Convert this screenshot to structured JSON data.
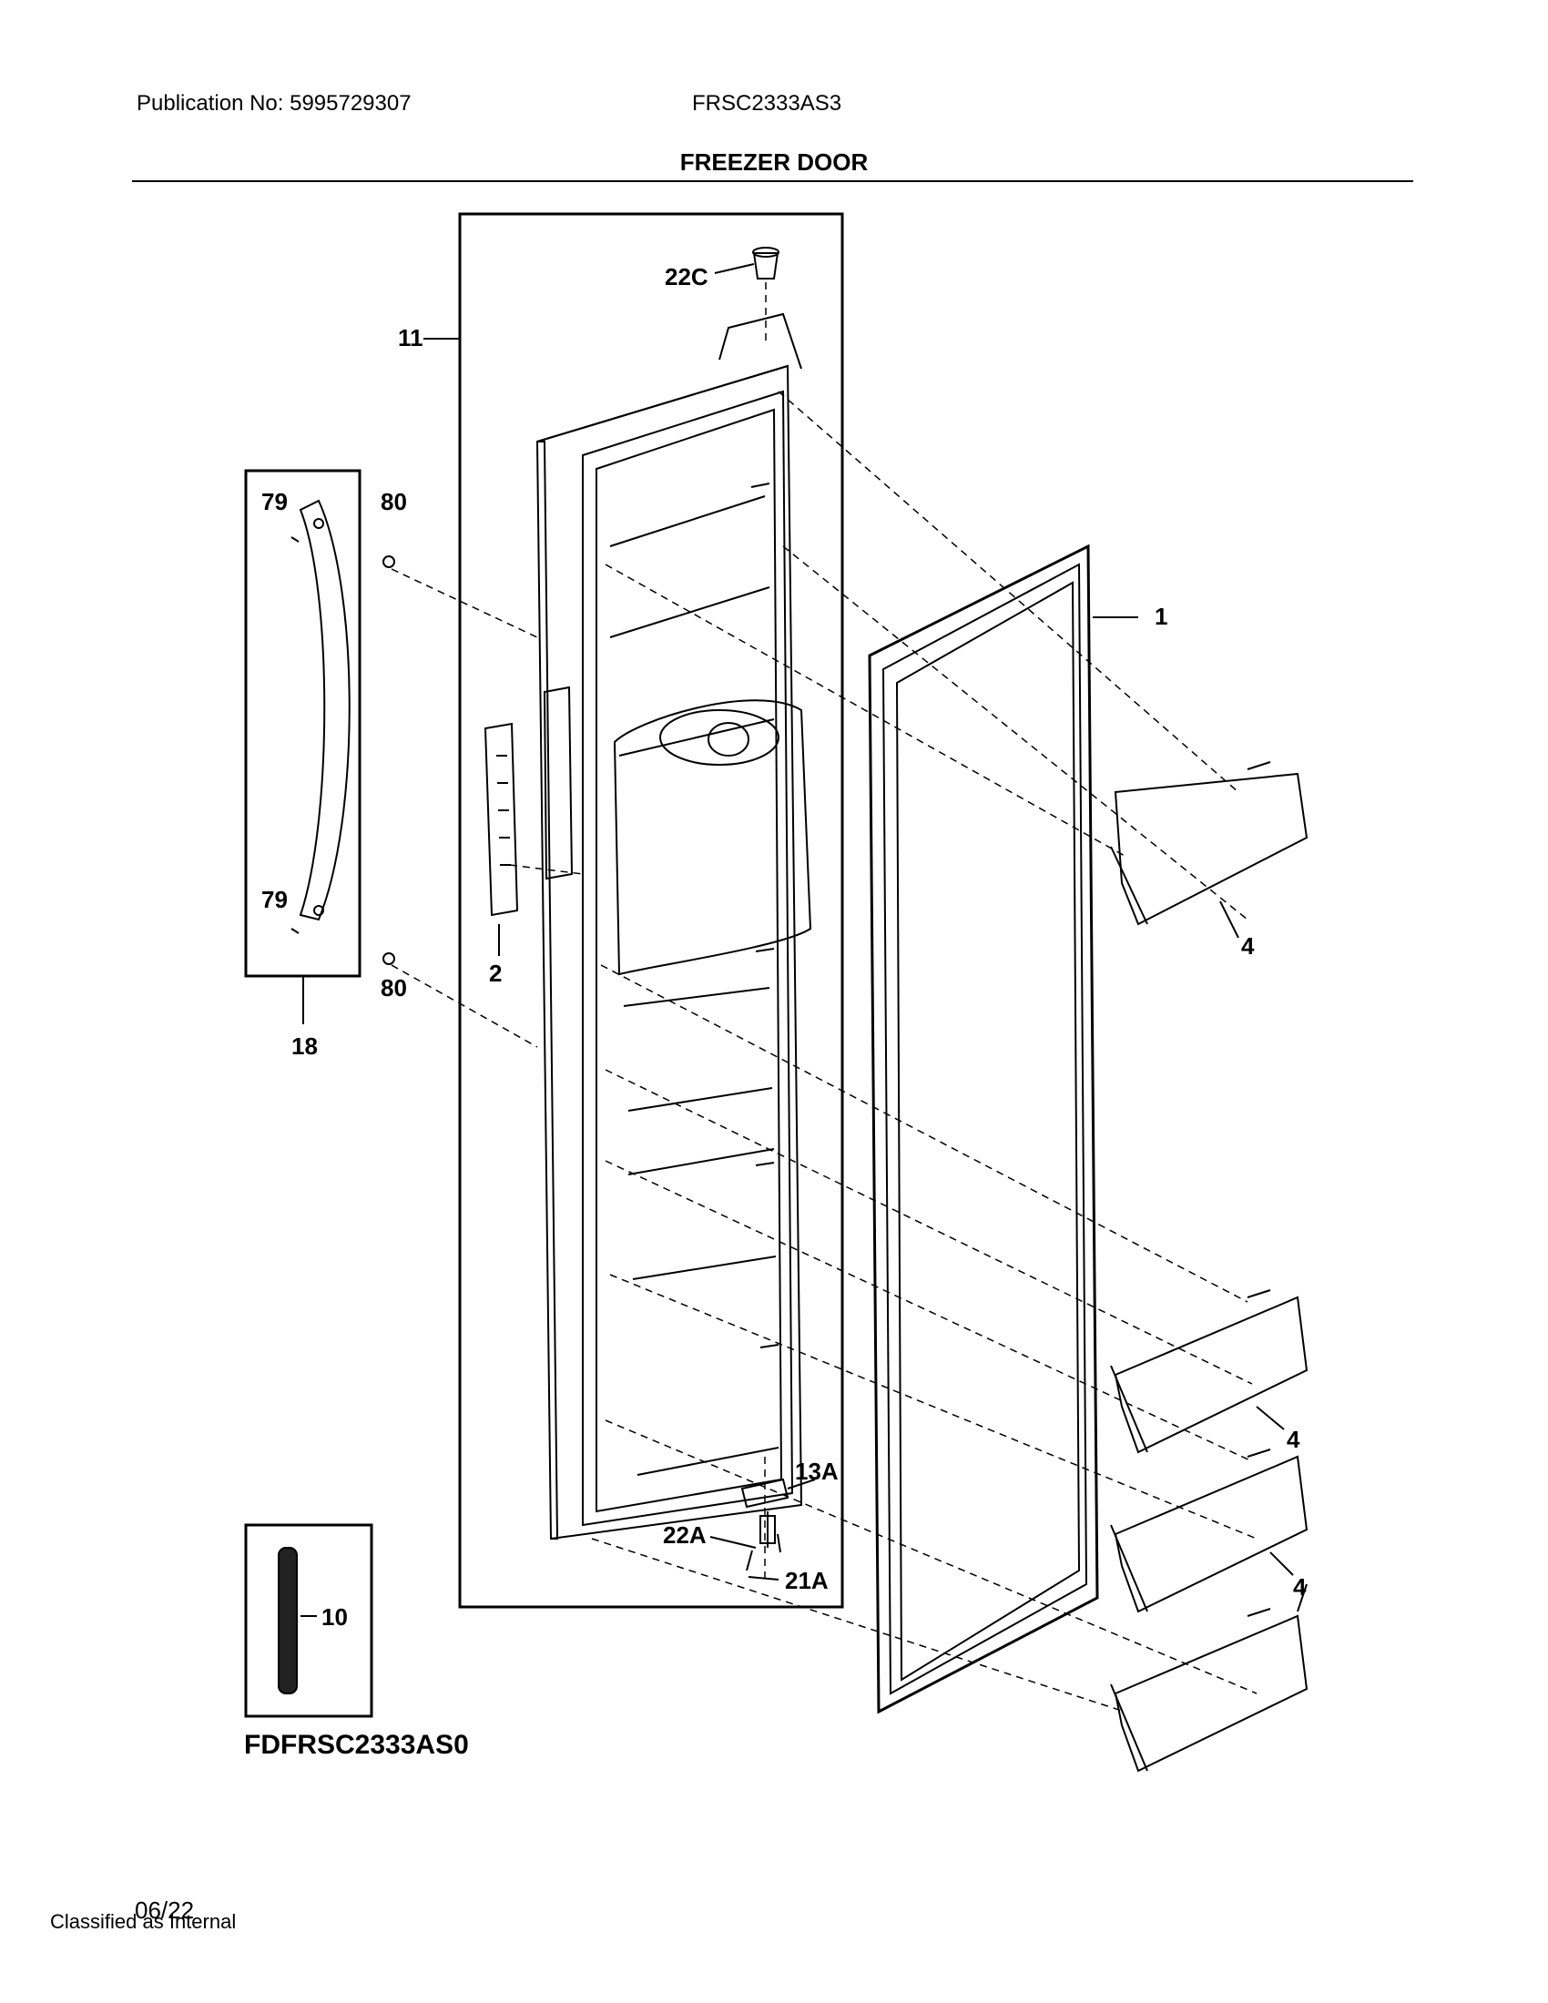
{
  "header": {
    "publication": "Publication No: 5995729307",
    "model": "FRSC2333AS3",
    "title": "FREEZER DOOR"
  },
  "callouts": {
    "c22C": "22C",
    "c11": "11",
    "c79a": "79",
    "c80a": "80",
    "c1": "1",
    "c2": "2",
    "c79b": "79",
    "c80b": "80",
    "c18": "18",
    "c4a": "4",
    "c13A": "13A",
    "c22A": "22A",
    "c21A": "21A",
    "c10": "10",
    "c4b": "4",
    "c4c": "4"
  },
  "footer": {
    "diagram_code": "FDFRSC2333AS0",
    "date": "06/22",
    "classification": "Classified as Internal"
  }
}
